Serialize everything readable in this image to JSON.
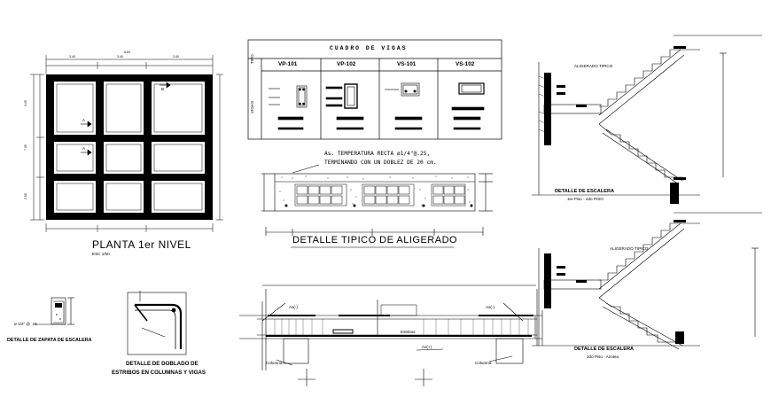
{
  "plan": {
    "title": "PLANTA 1er NIVEL",
    "scale": "ESC 1/50",
    "section_a": "A",
    "section_b": "B"
  },
  "beam_table": {
    "title": "CUADRO DE VIGAS",
    "row_header_type": "TIPO",
    "row_header_beams": "VIGAS",
    "columns": [
      "VP-101",
      "VP-102",
      "VS-101",
      "VS-102"
    ]
  },
  "slab_detail": {
    "title": "DETALLE TIPICO DE ALIGERADO",
    "note_line1": "As. TEMPERATURA RECTA ø1/4\"@.25,",
    "note_line2": "TERMINANDO CON UN DOBLEZ DE 20 cm."
  },
  "stair_1": {
    "label_top": "ALIGERADO TIPICO",
    "title_line1": "DETALLE DE ESCALERA",
    "title_line2": "1er Piso - 2do PISO"
  },
  "stair_2": {
    "label_top": "ALIGERADO TIPICO",
    "title_line1": "DETALLE DE ESCALERA",
    "title_line2": "2do Piso - Azotea"
  },
  "footing": {
    "title": "DETALLE DE ZAPATA DE ESCALERA",
    "rebar": "ø 1/2\" @ .15"
  },
  "stirrup": {
    "title_line1": "DETALLE DE DOBLADO DE",
    "title_line2": "ESTRIBOS EN COLUMNAS Y VIGAS"
  },
  "beam_elevation": {
    "as_neg_left": "As(-)",
    "as_neg_right": "As(-)",
    "as_pos": "As(+)",
    "stirrups": "Estribos",
    "column_left": "Columna",
    "column_right": "Columna"
  }
}
